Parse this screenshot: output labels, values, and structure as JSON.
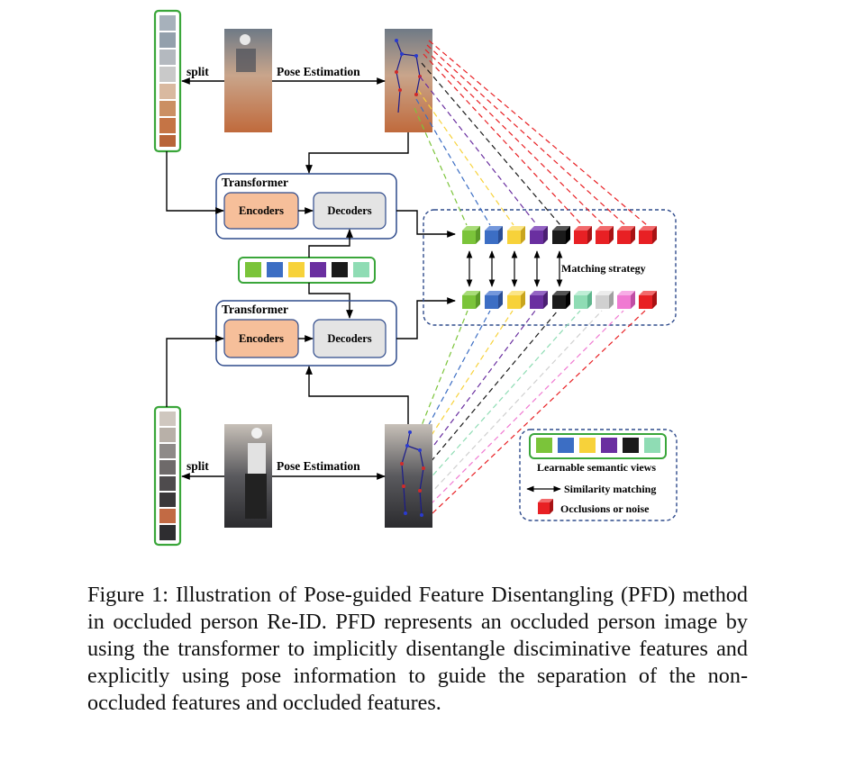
{
  "labels": {
    "split_top": "split",
    "pose_top": "Pose Estimation",
    "transformer_top": "Transformer",
    "encoders_top": "Encoders",
    "decoders_top": "Decoders",
    "transformer_bottom": "Transformer",
    "encoders_bottom": "Encoders",
    "decoders_bottom": "Decoders",
    "matching": "Matching strategy",
    "split_bottom": "split",
    "pose_bottom": "Pose Estimation"
  },
  "legend": {
    "semantic": "Learnable semantic views",
    "similarity": "Similarity matching",
    "occlusion": "Occlusions or noise"
  },
  "colors": {
    "green": "#7bc43a",
    "blue": "#3c6ec4",
    "yellow": "#f7d23a",
    "purple": "#6a2fa0",
    "black": "#1a1a1a",
    "mint": "#8fdcb4",
    "silver": "#d0d0d0",
    "pink": "#f07ad2",
    "red": "#e82024",
    "encoder_fill": "#f6bf9a",
    "decoder_fill": "#e4e4e4",
    "frame_blue": "#2f4b8c",
    "frame_green": "#3aa63a"
  },
  "caption": "Figure 1: Illustration of Pose-guided Feature Disentangling (PFD) method in occluded person Re-ID. PFD represents an occluded person image by using the transformer to implicitly disentangle disciminative features and explicitly using pose information to guide the separation of the non-occluded features and occluded features."
}
